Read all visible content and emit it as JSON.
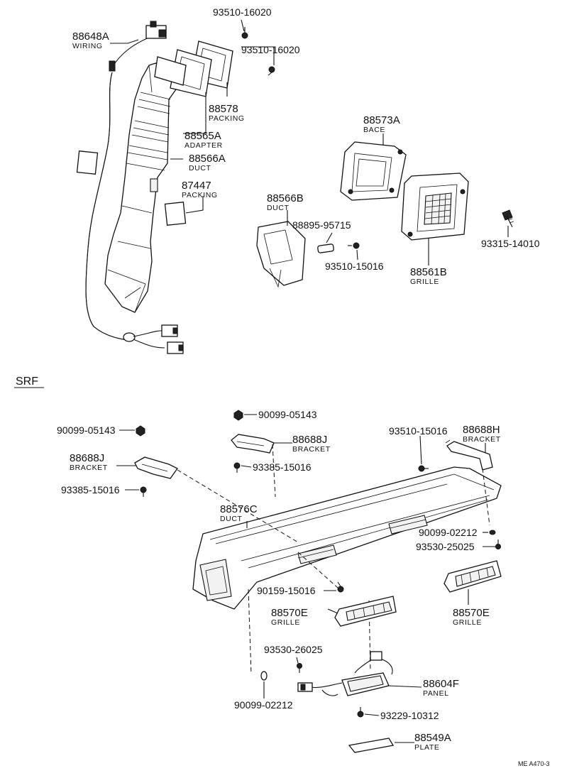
{
  "section_label": "SRF",
  "figure_code": "ME  A470-3",
  "callouts": {
    "c01": {
      "number": "88648A",
      "name": "WIRING"
    },
    "c02": {
      "number": "93510-16020"
    },
    "c03": {
      "number": "93510-16020"
    },
    "c04": {
      "number": "88578",
      "name": "PACKING"
    },
    "c05": {
      "number": "88565A",
      "name": "ADAPTER"
    },
    "c06": {
      "number": "88566A",
      "name": "DUCT"
    },
    "c07": {
      "number": "87447",
      "name": "PACKING"
    },
    "c08": {
      "number": "88573A",
      "name": "BACE"
    },
    "c09": {
      "number": "88566B",
      "name": "DUCT"
    },
    "c10": {
      "number": "88895-95715"
    },
    "c11": {
      "number": "93510-15016"
    },
    "c12": {
      "number": "88561B",
      "name": "GRILLE"
    },
    "c13": {
      "number": "93315-14010"
    },
    "c14": {
      "number": "90099-05143"
    },
    "c15": {
      "number": "90099-05143"
    },
    "c16": {
      "number": "88688J",
      "name": "BRACKET"
    },
    "c17": {
      "number": "88688J",
      "name": "BRACKET"
    },
    "c18": {
      "number": "93385-15016"
    },
    "c19": {
      "number": "93385-15016"
    },
    "c20": {
      "number": "93510-15016"
    },
    "c21": {
      "number": "88688H",
      "name": "BRACKET"
    },
    "c22": {
      "number": "88576C",
      "name": "DUCT"
    },
    "c23": {
      "number": "90099-02212"
    },
    "c24": {
      "number": "93530-25025"
    },
    "c25": {
      "number": "90159-15016"
    },
    "c26": {
      "number": "88570E",
      "name": "GRILLE"
    },
    "c27": {
      "number": "88570E",
      "name": "GRILLE"
    },
    "c28": {
      "number": "93530-26025"
    },
    "c29": {
      "number": "88604F",
      "name": "PANEL"
    },
    "c30": {
      "number": "90099-02212"
    },
    "c31": {
      "number": "93229-10312"
    },
    "c32": {
      "number": "88549A",
      "name": "PLATE"
    }
  }
}
